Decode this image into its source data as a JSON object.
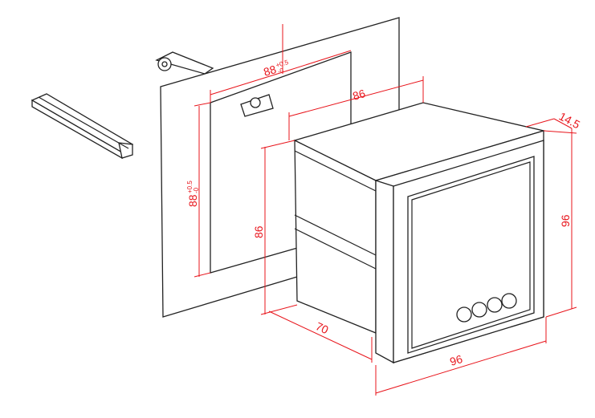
{
  "dimensions": {
    "cutout_width": {
      "value": "88",
      "tol_upper": "+0.5",
      "tol_lower": "-0"
    },
    "cutout_height": {
      "value": "88",
      "tol_upper": "+0.5",
      "tol_lower": "-0"
    },
    "body_width": "86",
    "body_height": "86",
    "depth": "70",
    "front_width": "96",
    "front_height": "96",
    "bezel_depth": "14.5"
  },
  "colors": {
    "dimension": "#e8141b",
    "outline": "#222222"
  }
}
